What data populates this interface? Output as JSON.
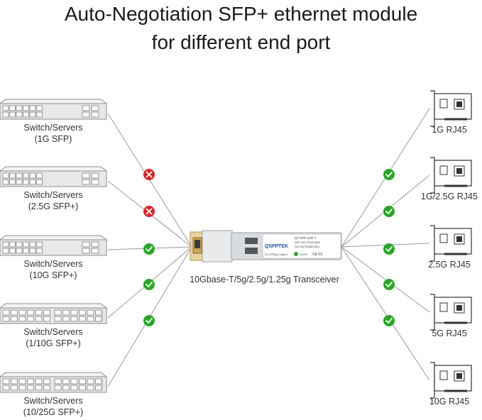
{
  "title": {
    "line1": "Auto-Negotiation SFP+ ethernet module",
    "line2": "for different end port"
  },
  "switches": [
    {
      "line1": "Switch/Servers",
      "line2": "(1G SFP)",
      "compatible": false
    },
    {
      "line1": "Switch/Servers",
      "line2": "(2.5G SFP+)",
      "compatible": false
    },
    {
      "line1": "Switch/Servers",
      "line2": "(10G SFP+)",
      "compatible": true
    },
    {
      "line1": "Switch/Servers",
      "line2": "(1/10G SFP+)",
      "compatible": true
    },
    {
      "line1": "Switch/Servers",
      "line2": "(10/25G SFP+)",
      "compatible": true
    }
  ],
  "nics": [
    {
      "label": "1G RJ45",
      "compatible": true
    },
    {
      "label": "1G/2.5G RJ45",
      "compatible": true
    },
    {
      "label": "2.5G RJ45",
      "compatible": true
    },
    {
      "label": "5G RJ45",
      "compatible": true
    },
    {
      "label": "10G RJ45",
      "compatible": true
    }
  ],
  "transceiver": {
    "caption": "10Gbase-T/5g/2.5g/1.25g Transceiver",
    "brand": "QSFPTEK",
    "model": "QT-SFP-10G-T",
    "spec": "SFP 10G RJ45 30M",
    "serial": "S/N 0Q7310501001",
    "class": "21 CFR(J) Class 1",
    "rohs": "RoHS"
  },
  "colors": {
    "ok": "#2aa52a",
    "fail": "#d9262b",
    "line": "#9a9a9a"
  },
  "icons": {
    "ok": "check-circle-icon",
    "fail": "x-circle-icon"
  }
}
